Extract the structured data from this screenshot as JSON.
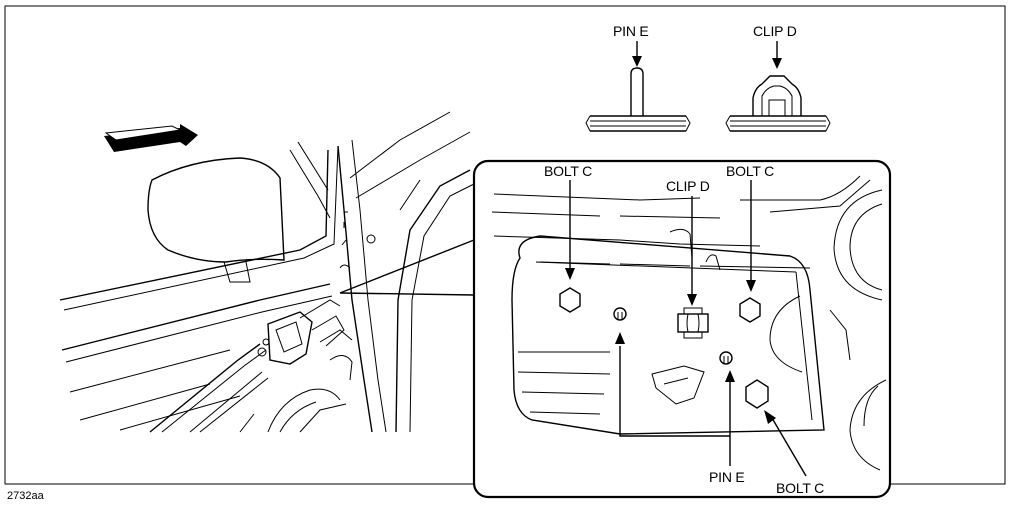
{
  "figure_code": "2732aa",
  "legend": {
    "pin_label": "PIN E",
    "clip_label": "CLIP D"
  },
  "detail": {
    "labels": {
      "bolt_top_left": "BOLT C",
      "clip": "CLIP D",
      "bolt_top_right": "BOLT C",
      "pin": "PIN E",
      "bolt_bottom": "BOLT C"
    }
  },
  "colors": {
    "line": "#000000",
    "background": "#ffffff"
  },
  "icons": [
    "forward-arrow-icon",
    "pin-icon",
    "clip-icon",
    "bolt-hex-icon"
  ]
}
